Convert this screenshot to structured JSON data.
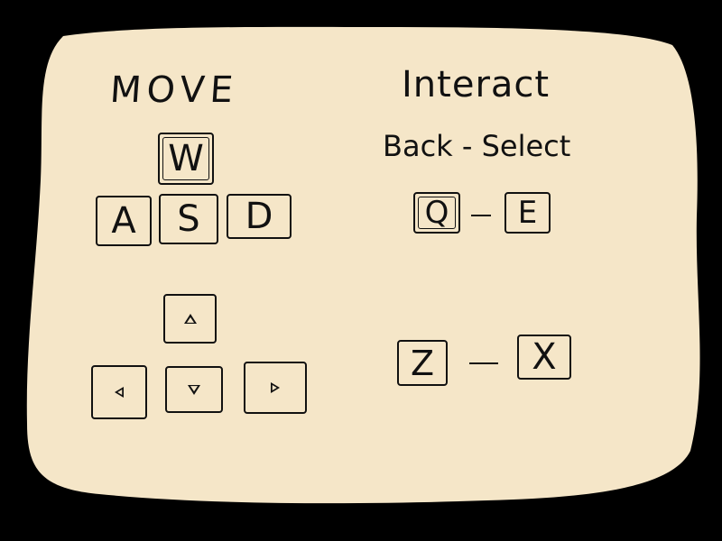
{
  "colors": {
    "background": "#000000",
    "card": "#F5E6C8",
    "ink": "#111111"
  },
  "move": {
    "title": "MOVE",
    "keys": {
      "up": "W",
      "left": "A",
      "down": "S",
      "right": "D"
    },
    "arrow_icons": [
      "arrow-up-icon",
      "arrow-left-icon",
      "arrow-down-icon",
      "arrow-right-icon"
    ]
  },
  "interact": {
    "title": "Interact",
    "subtitle": "Back - Select",
    "pairs": [
      {
        "back": "Q",
        "separator": "-",
        "select": "E"
      },
      {
        "back": "Z",
        "separator": "-",
        "select": "X"
      }
    ]
  }
}
